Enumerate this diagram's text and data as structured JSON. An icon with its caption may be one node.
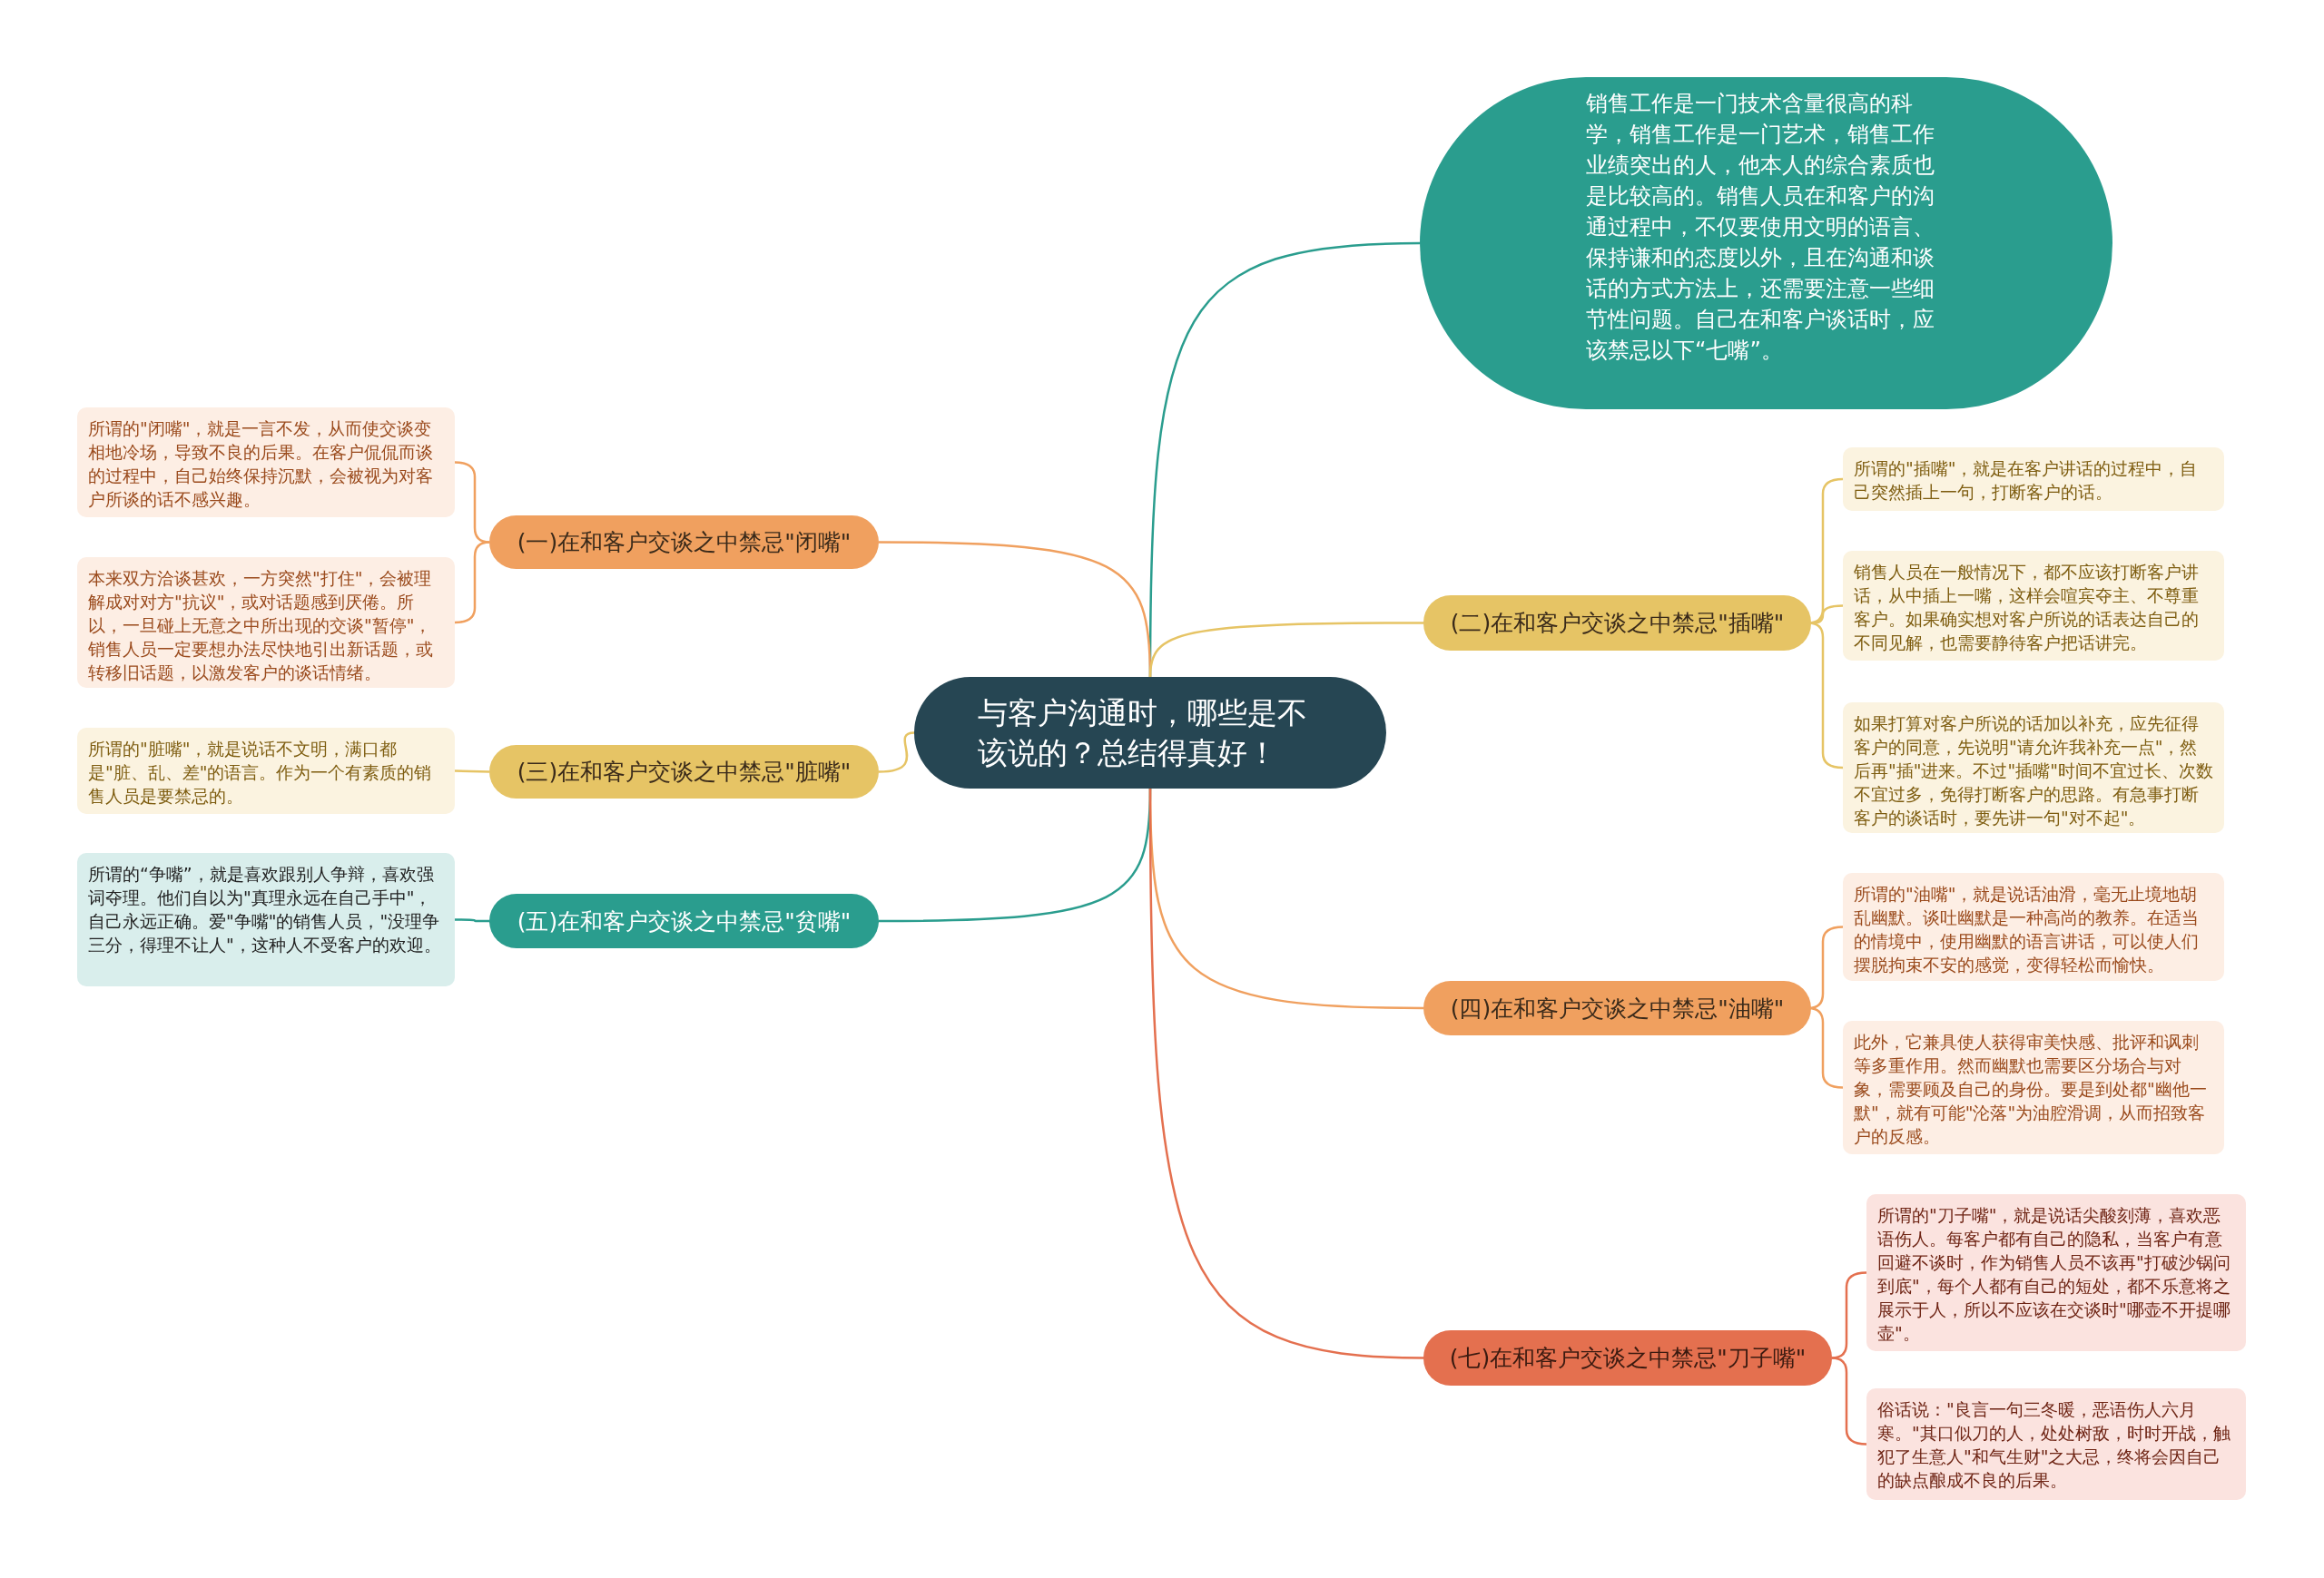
{
  "diagram": {
    "nodes": [
      {
        "text": [
          "与客户沟通时，哪些是不该说的？总结得真好！"
        ]
      },
      {
        "text": [
          "销售工作是一门技术含量很高的科学，销售工作是一门艺术，销售工作业绩突出的人，他本人的综合素质也是比较高的。销售人员在和客户的沟通过程中，不仅要使用文明的语言、保持谦和的态度以外，且在沟通和谈话的方式方法上，还需要注意一些细节性问题。自己在和客户谈话时，应该禁忌以下“七嘴”。"
        ]
      },
      {
        "text": [
          "(一)在和客户交谈之中禁忌\"闭嘴\""
        ]
      },
      {
        "text": [
          "所谓的\"闭嘴\"，就是一言不发，从而使交谈变相地冷场，导致不良的后果。在客户侃侃而谈的过程中，自己始终保持沉默，会被视为对客户所谈的话不感兴趣。"
        ]
      },
      {
        "text": [
          "本来双方洽谈甚欢，一方突然\"打住\"，会被理解成对对方\"抗议\"，或对话题感到厌倦。所以，一旦碰上无意之中所出现的交谈\"暂停\"，销售人员一定要想办法尽快地引出新话题，或转移旧话题，以激发客户的谈话情绪。"
        ]
      },
      {
        "text": [
          "(三)在和客户交谈之中禁忌\"脏嘴\""
        ]
      },
      {
        "text": [
          "所谓的\"脏嘴\"，就是说话不文明，满口都是\"脏、乱、差\"的语言。作为一个有素质的销售人员是要禁忌的。"
        ]
      },
      {
        "text": [
          "(五)在和客户交谈之中禁忌\"贫嘴\""
        ]
      },
      {
        "text": [
          "所谓的“争嘴”，就是喜欢跟别人争辩，喜欢强词夺理。他们自以为\"真理永远在自己手中\"，自己永远正确。爱\"争嘴\"的销售人员，\"没理争三分，得理不让人\"，这种人不受客户的欢迎。"
        ]
      },
      {
        "text": [
          "(二)在和客户交谈之中禁忌\"插嘴\""
        ]
      },
      {
        "text": [
          "所谓的\"插嘴\"，就是在客户讲话的过程中，自己突然插上一句，打断客户的话。"
        ]
      },
      {
        "text": [
          "销售人员在一般情况下，都不应该打断客户讲话，从中插上一嘴，这样会喧宾夺主、不尊重客户。如果确实想对客户所说的话表达自己的不同见解，也需要静待客户把话讲完。"
        ]
      },
      {
        "text": [
          "如果打算对客户所说的话加以补充，应先征得客户的同意，先说明\"请允许我补充一点\"，然后再\"插\"进来。不过\"插嘴\"时间不宜过长、次数不宜过多，免得打断客户的思路。有急事打断客户的谈话时，要先讲一句\"对不起\"。"
        ]
      },
      {
        "text": [
          "(四)在和客户交谈之中禁忌\"油嘴\""
        ]
      },
      {
        "text": [
          "所谓的\"油嘴\"，就是说话油滑，毫无止境地胡乱幽默。谈吐幽默是一种高尚的教养。在适当的情境中，使用幽默的语言讲话，可以使人们摆脱拘束不安的感觉，变得轻松而愉快。"
        ]
      },
      {
        "text": [
          "此外，它兼具使人获得审美快感、批评和讽刺等多重作用。然而幽默也需要区分场合与对象，需要顾及自己的身份。要是到处都\"幽他一默\"，就有可能\"沦落\"为油腔滑调，从而招致客户的反感。"
        ]
      },
      {
        "text": [
          "(七)在和客户交谈之中禁忌\"刀子嘴\""
        ]
      },
      {
        "text": [
          "所谓的\"刀子嘴\"，就是说话尖酸刻薄，喜欢恶语伤人。每客户都有自己的隐私，当客户有意回避不谈时，作为销售人员不该再\"打破沙锅问到底\"，每个人都有自己的短处，都不乐意将之展示于人，所以不应该在交谈时\"哪壶不开提哪壶\"。"
        ]
      },
      {
        "text": [
          "俗话说：\"良言一句三冬暖，恶语伤人六月寒。\"其口似刀的人，处处树敌，时时开战，触犯了生意人\"和气生财\"之大忌，终将会因自己的缺点酿成不良的后果。"
        ]
      }
    ],
    "edges": [
      {
        "from": 0,
        "to": 1,
        "arrow": "none",
        "color": "#2a9d8e"
      },
      {
        "from": 0,
        "to": 2,
        "arrow": "none",
        "color": "#f0a05f"
      },
      {
        "from": 2,
        "to": 3,
        "arrow": "none",
        "color": "#f0a05f"
      },
      {
        "from": 2,
        "to": 4,
        "arrow": "none",
        "color": "#f0a05f"
      },
      {
        "from": 0,
        "to": 5,
        "arrow": "none",
        "color": "#e6c465"
      },
      {
        "from": 5,
        "to": 6,
        "arrow": "none",
        "color": "#e6c465"
      },
      {
        "from": 0,
        "to": 7,
        "arrow": "none",
        "color": "#2a9d8e"
      },
      {
        "from": 7,
        "to": 8,
        "arrow": "none",
        "color": "#2a9d8e"
      },
      {
        "from": 0,
        "to": 9,
        "arrow": "none",
        "color": "#e6c465"
      },
      {
        "from": 9,
        "to": 10,
        "arrow": "none",
        "color": "#e6c465"
      },
      {
        "from": 9,
        "to": 11,
        "arrow": "none",
        "color": "#e6c465"
      },
      {
        "from": 9,
        "to": 12,
        "arrow": "none",
        "color": "#e6c465"
      },
      {
        "from": 0,
        "to": 13,
        "arrow": "none",
        "color": "#f0a05f"
      },
      {
        "from": 13,
        "to": 14,
        "arrow": "none",
        "color": "#f0a05f"
      },
      {
        "from": 13,
        "to": 15,
        "arrow": "none",
        "color": "#f0a05f"
      },
      {
        "from": 0,
        "to": 16,
        "arrow": "none",
        "color": "#e4704f"
      },
      {
        "from": 16,
        "to": 17,
        "arrow": "none",
        "color": "#e4704f"
      },
      {
        "from": 16,
        "to": 18,
        "arrow": "none",
        "color": "#e4704f"
      }
    ]
  }
}
